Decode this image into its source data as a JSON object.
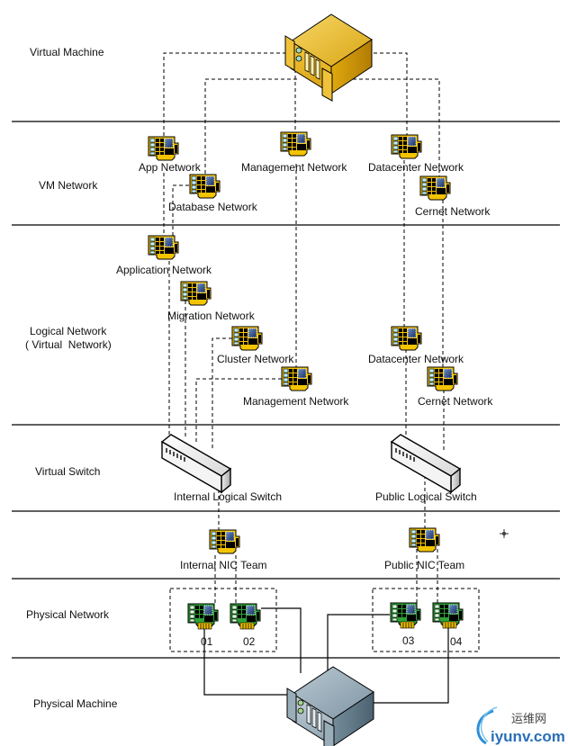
{
  "title": "Hyper-V network virtualization layers",
  "layers": [
    {
      "id": "virtual-machine",
      "label": "Virtual Machine"
    },
    {
      "id": "vm-network",
      "label": "VM Network"
    },
    {
      "id": "logical-network",
      "label": "Logical Network",
      "sublabel": "( Virtual  Network)"
    },
    {
      "id": "virtual-switch",
      "label": "Virtual Switch"
    },
    {
      "id": "nic-team",
      "label": ""
    },
    {
      "id": "physical-network",
      "label": "Physical Network"
    },
    {
      "id": "physical-machine",
      "label": "Physical Machine"
    }
  ],
  "vm_networks": [
    {
      "id": "app",
      "label": "App Network"
    },
    {
      "id": "management",
      "label": "Management Network"
    },
    {
      "id": "datacenter",
      "label": "Datacenter Network"
    },
    {
      "id": "database",
      "label": "Database Network"
    },
    {
      "id": "cernet",
      "label": "Cernet Network"
    }
  ],
  "logical_networks": [
    {
      "id": "application",
      "label": "Application Network"
    },
    {
      "id": "migration",
      "label": "Migration Network"
    },
    {
      "id": "cluster",
      "label": "Cluster Network"
    },
    {
      "id": "datacenter",
      "label": "Datacenter Network"
    },
    {
      "id": "management",
      "label": "Management Network"
    },
    {
      "id": "cernet",
      "label": "Cernet Network"
    }
  ],
  "switches": [
    {
      "id": "internal",
      "label": "Internal Logical Switch"
    },
    {
      "id": "public",
      "label": "Public Logical Switch"
    }
  ],
  "nic_teams": [
    {
      "id": "internal",
      "label": "Internal NIC Team"
    },
    {
      "id": "public",
      "label": "Public NIC Team"
    }
  ],
  "physical_nics": [
    {
      "id": "01",
      "label": "01"
    },
    {
      "id": "02",
      "label": "02"
    },
    {
      "id": "03",
      "label": "03"
    },
    {
      "id": "04",
      "label": "04"
    }
  ],
  "watermark": {
    "cn": "运维网",
    "en": "iyunv.com"
  },
  "colors": {
    "vnic": "#f5c400",
    "pnic": "#1f8a2a",
    "vm_server": "#e8b420",
    "host_server": "#8fa6b4"
  }
}
